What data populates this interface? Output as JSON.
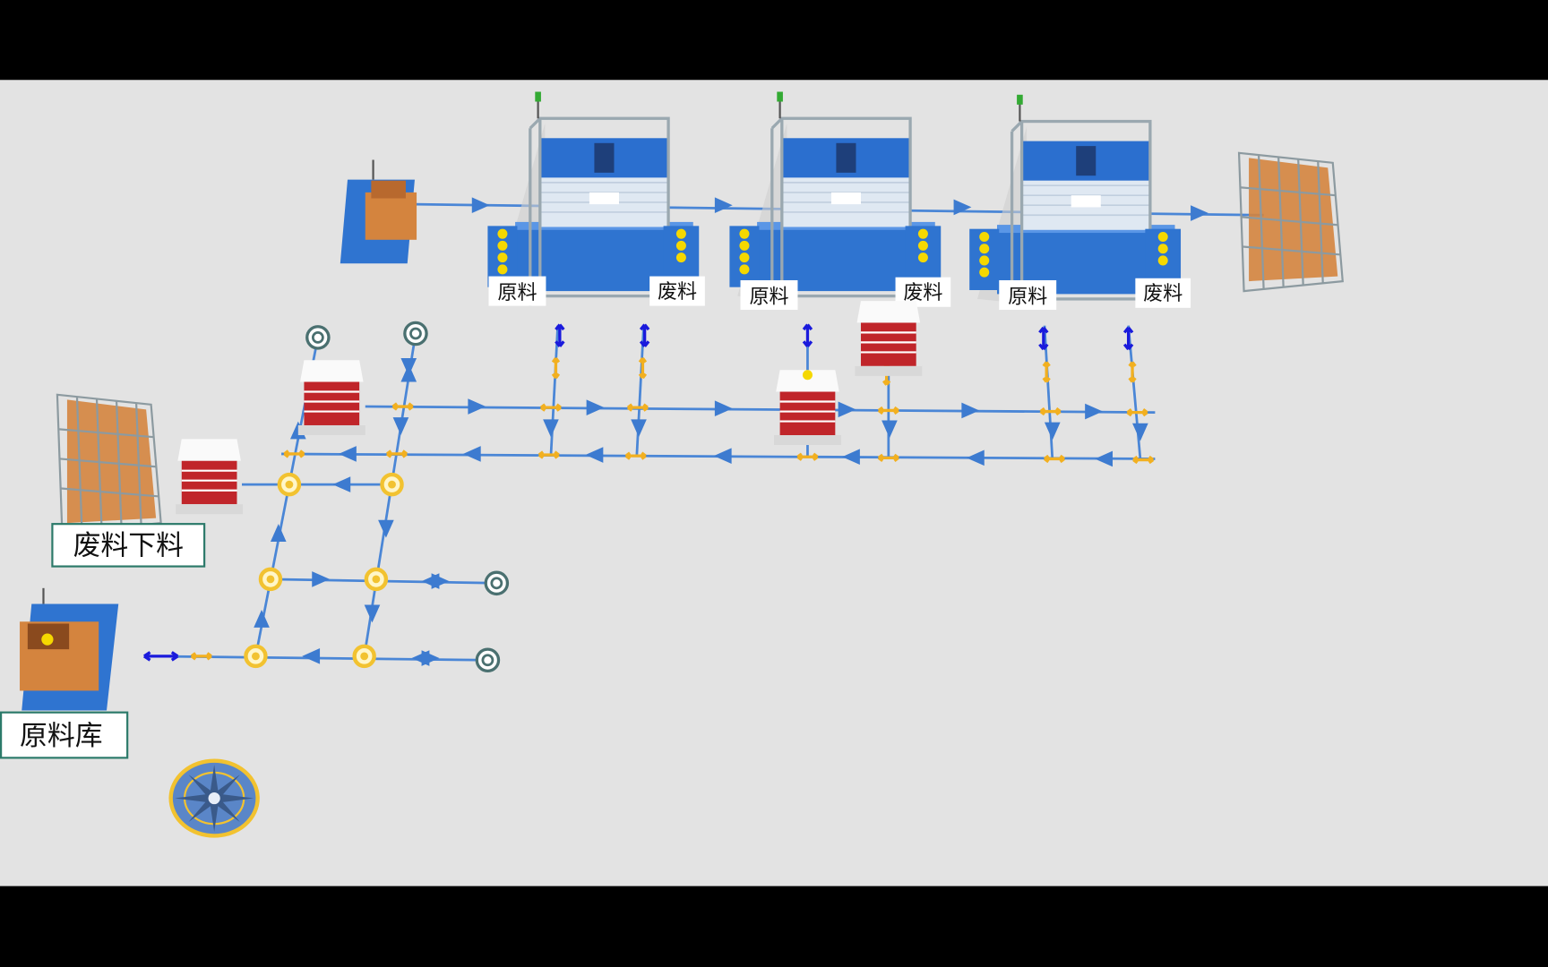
{
  "colors": {
    "floor": "#e3e3e3",
    "bar": "#000000",
    "path": "#4a86d6",
    "arrow": "#3d7bd0",
    "node": "#f2c230",
    "machine_blue": "#2f74d0",
    "box": "#d4843e",
    "rack_red": "#c0252a"
  },
  "machines": [
    {
      "input_label": "原料",
      "output_label": "废料"
    },
    {
      "input_label": "原料",
      "output_label": "废料"
    },
    {
      "input_label": "原料",
      "output_label": "废料"
    }
  ],
  "stations": {
    "scrap_unload": "废料下料",
    "raw_store": "原料库"
  }
}
